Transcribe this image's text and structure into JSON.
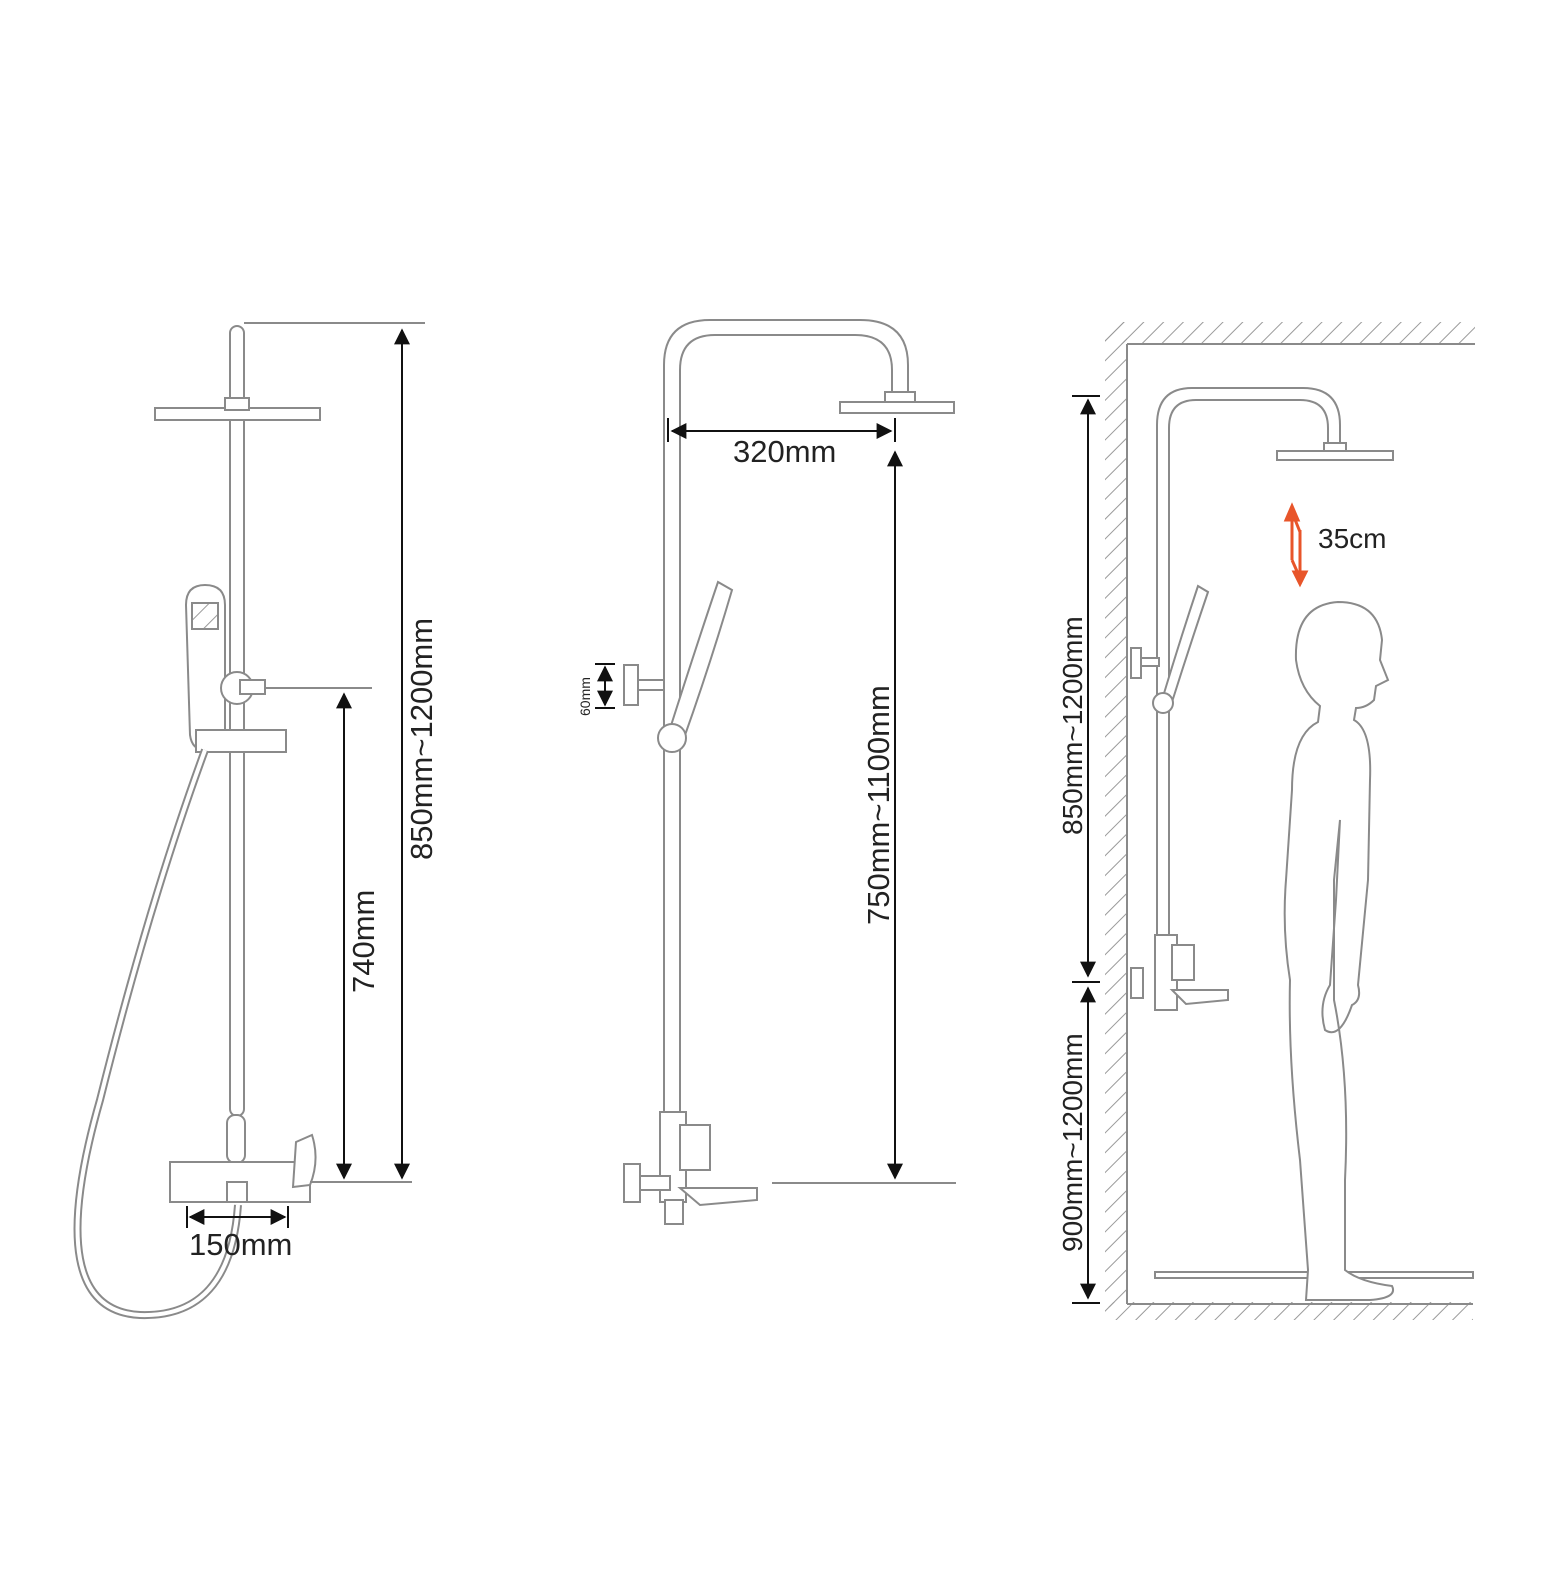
{
  "colors": {
    "line": "#8a8a8a",
    "dim": "#111111",
    "accent": "#e8552a"
  },
  "left_view": {
    "total_height": "850mm~1200mm",
    "mixer_height": "740mm",
    "mixer_width": "150mm"
  },
  "middle_view": {
    "arm_reach": "320mm",
    "column_height": "750mm~1100mm",
    "holder_height": "60mm"
  },
  "right_view": {
    "head_clearance": "35cm",
    "column_height": "850mm~1200mm",
    "install_height": "900mm~1200mm",
    "icons": [
      "adjust-arrows-icon"
    ]
  }
}
